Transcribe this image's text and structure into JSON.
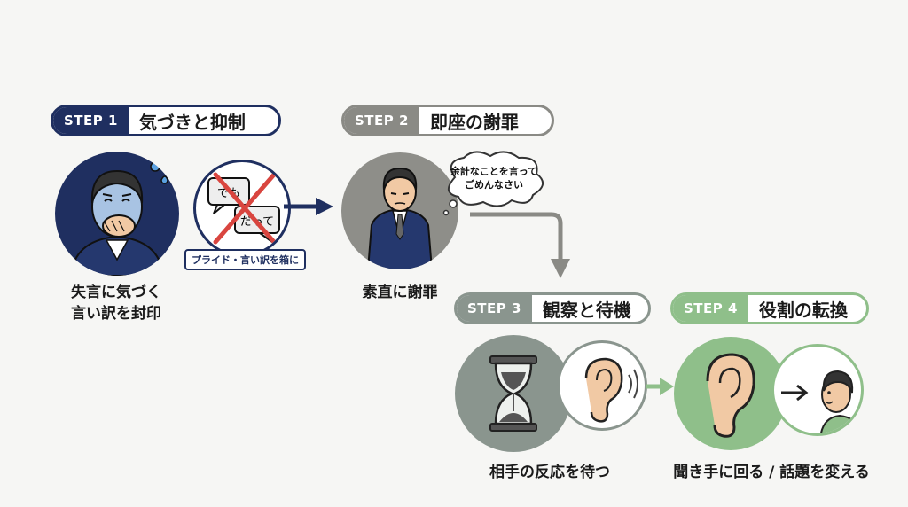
{
  "colors": {
    "step1": "#1f2f60",
    "step2": "#8a8a85",
    "step3": "#8a958e",
    "step4": "#8fbf8a"
  },
  "steps": [
    {
      "tag": "STEP 1",
      "title": "気づきと抑制"
    },
    {
      "tag": "STEP 2",
      "title": "即座の謝罪"
    },
    {
      "tag": "STEP 3",
      "title": "観察と待機"
    },
    {
      "tag": "STEP 4",
      "title": "役割の転換"
    }
  ],
  "step1": {
    "bubble_top": "でも",
    "bubble_bottom": "だって",
    "banner": "プライド・言い訳を箱に",
    "caption_line1": "失言に気づく",
    "caption_line2": "言い訳を封印"
  },
  "step2": {
    "thought_line1": "余計なことを言って",
    "thought_line2": "ごめんなさい",
    "caption": "素直に謝罪"
  },
  "step3": {
    "caption": "相手の反応を待つ"
  },
  "step4": {
    "caption": "聞き手に回る / 話題を変える"
  },
  "icons": [
    "worried-face-icon",
    "cross-out-icon",
    "bowing-person-icon",
    "thought-bubble-icon",
    "hourglass-icon",
    "ear-icon",
    "speaking-person-icon",
    "arrow-right-icon"
  ]
}
